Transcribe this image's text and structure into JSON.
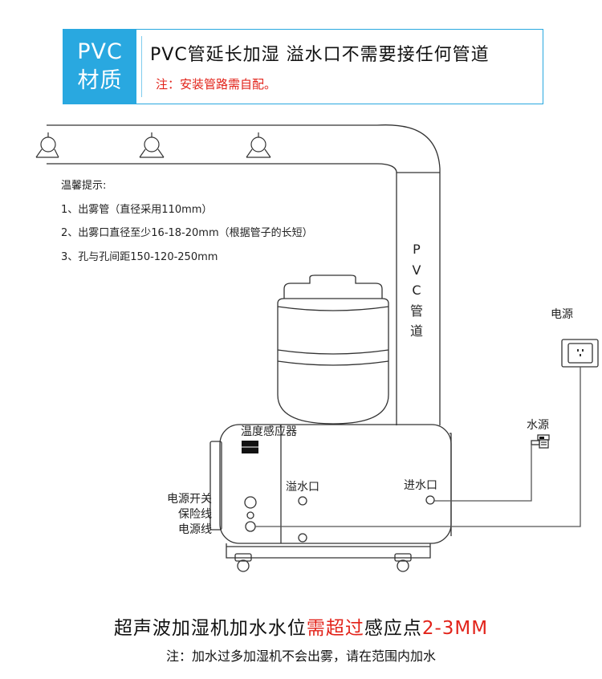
{
  "header": {
    "badge_line1": "PVC",
    "badge_line2": "材质",
    "main_text": "PVC管延长加湿 溢水口不需要接任何管道",
    "note": "注：安装管路需自配。"
  },
  "tips": {
    "title": "温馨提示:",
    "items": [
      "1、出雾管（直径采用110mm）",
      "2、出雾口直径至少16-18-20mm（根据管子的长短）",
      "3、孔与孔间距150-120-250mm"
    ]
  },
  "pipe_label": [
    "P",
    "V",
    "C",
    "管",
    "道"
  ],
  "labels": {
    "power_source": "电源",
    "water_source": "水源",
    "humidity_sensor": "温度感应器",
    "overflow": "溢水口",
    "water_inlet": "进水口",
    "power_switch": "电源开关",
    "fuse": "保险线",
    "power_cord": "电源线"
  },
  "footer": {
    "main_prefix": "超声波加湿机加水水位",
    "main_highlight": "需超过",
    "main_middle": "感应点",
    "main_value": "2-3MM",
    "note": "注：加水过多加湿机不会出雾，请在范围内加水"
  },
  "colors": {
    "accent_blue": "#29a8e0",
    "warning_red": "#e2231a",
    "line": "#333333"
  }
}
